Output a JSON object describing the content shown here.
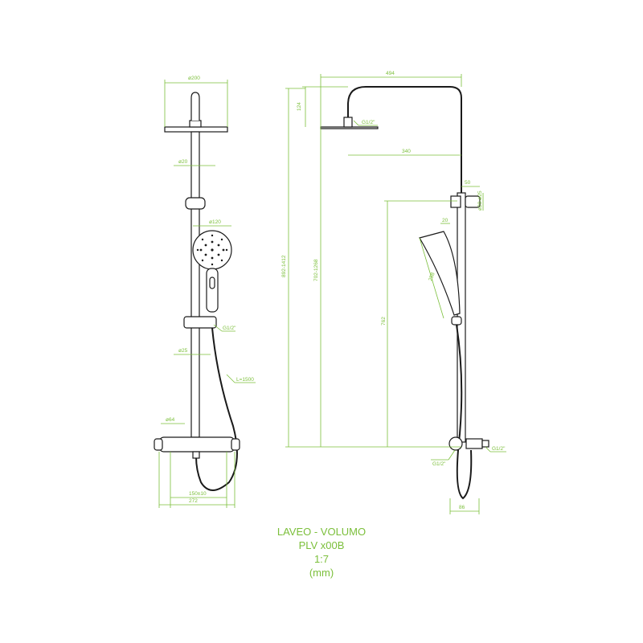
{
  "front_view": {
    "dim_head_diameter": "ø200",
    "dim_tube_diameter": "ø20",
    "dim_hand_shower_diameter": "ø120",
    "dim_hose_connection": "G1/2\"",
    "dim_lower_tube_diameter": "ø25",
    "dim_hose_length": "L=1500",
    "dim_mixer_diameter": "ø64",
    "dim_inlet_spacing": "150±10",
    "dim_mixer_width": "272"
  },
  "side_view": {
    "dim_arm_reach_total": "494",
    "dim_head_height": "124",
    "dim_head_connection": "G1/2\"",
    "dim_arm_reach": "340",
    "dim_bracket_depth": "50",
    "dim_bracket_diameter": "ø20-ø25",
    "dim_total_height": "892-1412",
    "dim_adjustable_height": "702-1268",
    "dim_holder_offset": "20",
    "dim_hand_shower_length": "258",
    "dim_holder_height": "762",
    "dim_inlet_connection_left": "G1/2\"",
    "dim_inlet_connection_right": "G1/2\"",
    "dim_wall_offset": "86"
  },
  "caption": {
    "line1": "LAVEO - VOLUMO",
    "line2": "PLV x00B",
    "line3": "1:7",
    "line4": "(mm)"
  }
}
